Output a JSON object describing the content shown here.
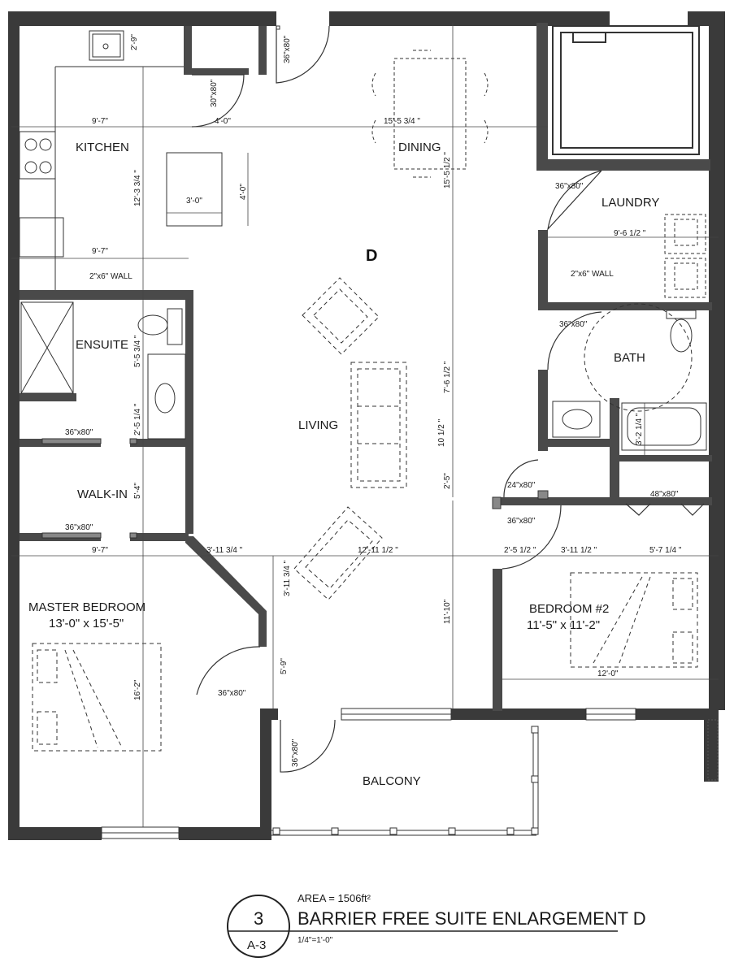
{
  "unit_label": "D",
  "rooms": {
    "kitchen": "KITCHEN",
    "dining": "DINING",
    "laundry": "LAUNDRY",
    "ensuite": "ENSUITE",
    "bath": "BATH",
    "living": "LIVING",
    "walk_in": "WALK-IN",
    "master_bedroom": "MASTER BEDROOM",
    "master_bedroom_size": "13'-0\" x 15'-5\"",
    "bedroom2": "BEDROOM #2",
    "bedroom2_size": "11'-5\" x 11'-2\"",
    "balcony": "BALCONY"
  },
  "dimensions": {
    "d_2_9": "2'-9\"",
    "d_36x80_top": "36\"x80\"",
    "d_30x80": "30\"x80\"",
    "d_9_7_a": "9'-7\"",
    "d_4_0_h": "4'-0\"",
    "d_15_5_34_h": "15'-5 3/4 \"",
    "d_15_5_12_v": "15'-5 1/2 \"",
    "d_12_3_34": "12'-3 3/4 \"",
    "d_3_0": "3'-0\"",
    "d_4_0_v": "4'-0\"",
    "d_36x80_laundry": "36\"x80\"",
    "d_9_6_12": "9'-6 1/2 \"",
    "d_9_7_b": "9'-7\"",
    "d_2x6_wall_a": "2\"x6\" WALL",
    "d_2x6_wall_b": "2\"x6\" WALL",
    "d_36x80_bath": "36\"x80\"",
    "d_5_5_34": "5'-5 3/4 \"",
    "d_7_6_12": "7'-6 1/2 \"",
    "d_2_5_14": "2'-5 1/4 \"",
    "d_3_2_14": "3'-2 1/4 \"",
    "d_10_12": "10 1/2 \"",
    "d_36x80_ensuite": "36\"x80\"",
    "d_2_5": "2'-5\"",
    "d_24x80": "24\"x80\"",
    "d_48x80": "48\"x80\"",
    "d_5_4": "5'-4\"",
    "d_36x80_bed2": "36\"x80\"",
    "d_36x80_walkin": "36\"x80\"",
    "d_9_7_c": "9'-7\"",
    "d_3_11_34_h": "3'-11 3/4 \"",
    "d_12_11_12": "12'-11 1/2 \"",
    "d_2_5_12": "2'-5 1/2 \"",
    "d_3_11_12": "3'-11 1/2 \"",
    "d_5_7_14": "5'-7 1/4 \"",
    "d_3_11_34_v": "3'-11 3/4 \"",
    "d_11_10": "11'-10\"",
    "d_16_2": "16'-2\"",
    "d_5_9": "5'-9\"",
    "d_12_0": "12'-0\"",
    "d_36x80_master": "36\"x80\"",
    "d_36x80_balcony": "36\"x80\""
  },
  "title_block": {
    "area": "AREA = 1506ft²",
    "detail_number": "3",
    "sheet": "A-3",
    "title": "BARRIER FREE SUITE ENLARGEMENT D",
    "scale": "1/4\"=1'-0\""
  }
}
